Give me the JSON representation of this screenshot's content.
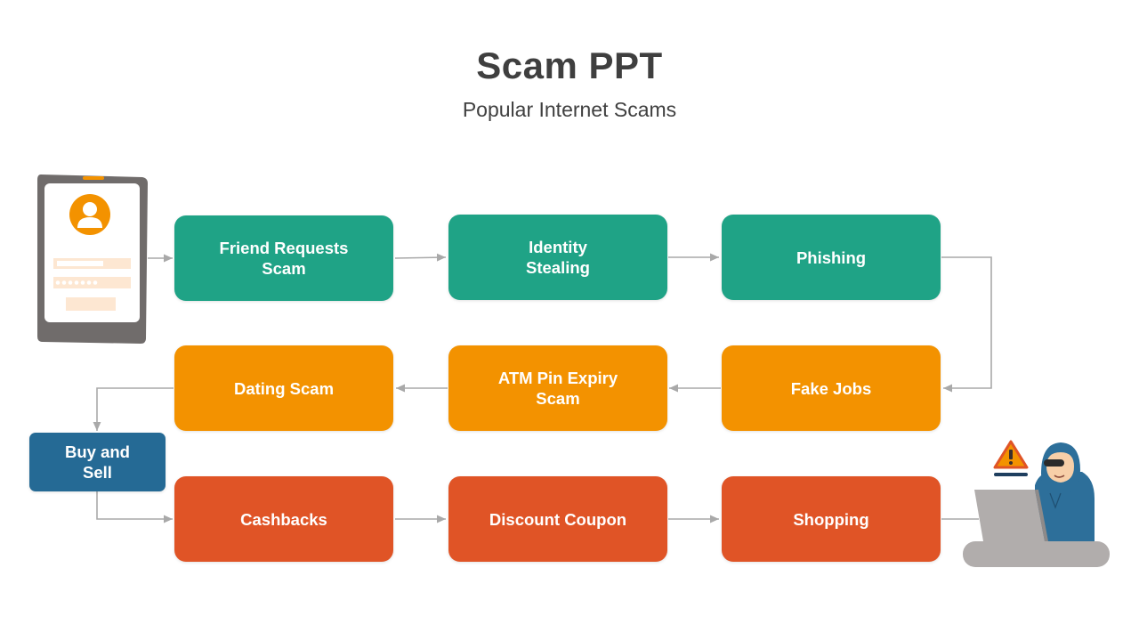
{
  "header": {
    "title": "Scam PPT",
    "subtitle": "Popular Internet Scams"
  },
  "colors": {
    "green": "#1fa386",
    "orange": "#f39200",
    "red": "#e05426",
    "blue": "#256a95",
    "connector": "#a9a9a9",
    "title_text": "#3f3f3f"
  },
  "flow": {
    "row1": [
      {
        "label": "Friend Requests\nScam",
        "color": "green"
      },
      {
        "label": "Identity\nStealing",
        "color": "green"
      },
      {
        "label": "Phishing",
        "color": "green"
      }
    ],
    "row2": [
      {
        "label": "Dating Scam",
        "color": "orange"
      },
      {
        "label": "ATM Pin Expiry\nScam",
        "color": "orange"
      },
      {
        "label": "Fake Jobs",
        "color": "orange"
      }
    ],
    "side": {
      "label": "Buy and\nSell",
      "color": "blue"
    },
    "row3": [
      {
        "label": "Cashbacks",
        "color": "red"
      },
      {
        "label": "Discount Coupon",
        "color": "red"
      },
      {
        "label": "Shopping",
        "color": "red"
      }
    ]
  },
  "illustrations": {
    "left": "smartphone-login-icon",
    "right": "hacker-laptop-icon",
    "warning": "warning-icon"
  }
}
